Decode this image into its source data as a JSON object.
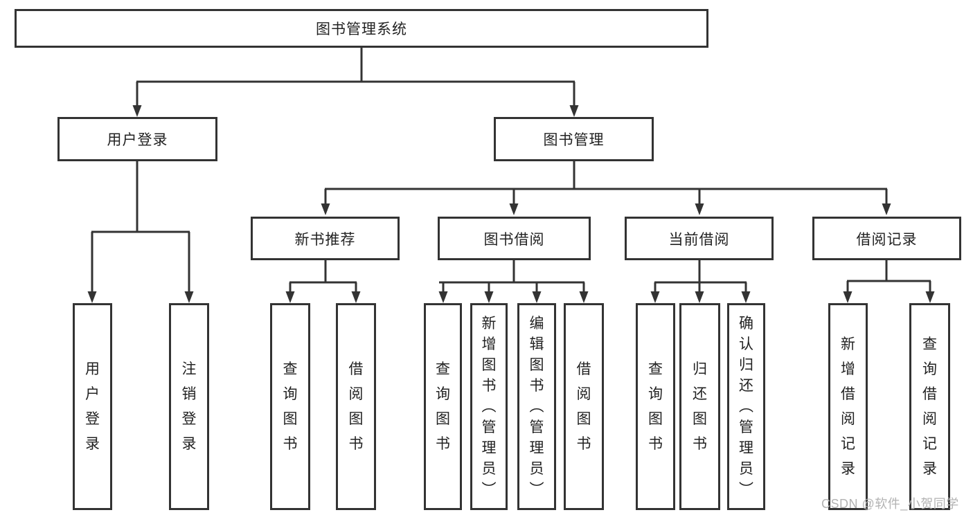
{
  "diagram": {
    "root": {
      "label": "图书管理系统"
    },
    "branches": [
      {
        "label": "用户登录",
        "children": [
          {
            "label": "用户登录"
          },
          {
            "label": "注销登录"
          }
        ]
      },
      {
        "label": "图书管理",
        "children": [
          {
            "label": "新书推荐",
            "children": [
              {
                "label": "查询图书"
              },
              {
                "label": "借阅图书"
              }
            ]
          },
          {
            "label": "图书借阅",
            "children": [
              {
                "label": "查询图书"
              },
              {
                "label": "新增图书（管理员）"
              },
              {
                "label": "编辑图书（管理员）"
              },
              {
                "label": "借阅图书"
              }
            ]
          },
          {
            "label": "当前借阅",
            "children": [
              {
                "label": "查询图书"
              },
              {
                "label": "归还图书"
              },
              {
                "label": "确认归还（管理员）"
              }
            ]
          },
          {
            "label": "借阅记录",
            "children": [
              {
                "label": "新增借阅记录"
              },
              {
                "label": "查询借阅记录"
              }
            ]
          }
        ]
      }
    ]
  },
  "watermark": {
    "text": "CSDN @软件_小贺同学"
  },
  "colors": {
    "line": "#333333",
    "text": "#222222",
    "background": "#ffffff",
    "watermark": "#b3b3b3"
  }
}
